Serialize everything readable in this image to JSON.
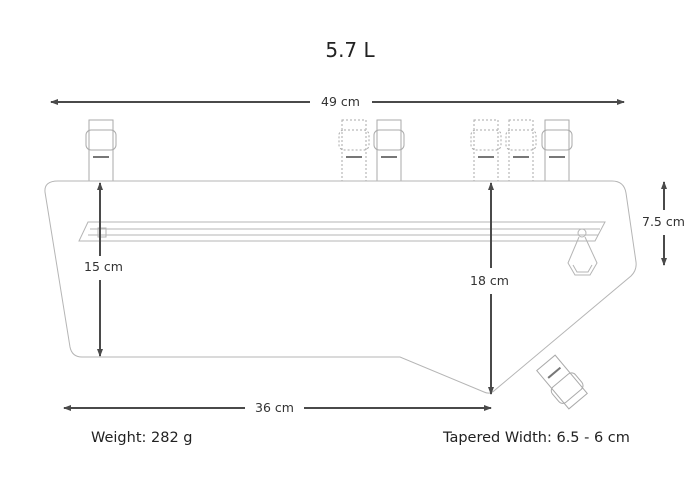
{
  "title": "5.7 L",
  "dimensions": {
    "overall_length": "49 cm",
    "bottom_length": "36 cm",
    "rear_height": "15 cm",
    "max_height": "18 cm",
    "front_height": "7.5 cm"
  },
  "specs": {
    "weight": "Weight: 282 g",
    "tapered_width": "Tapered Width: 6.5 - 6 cm"
  },
  "colors": {
    "outline": "#b5b5b5",
    "dimension_line": "#4a4a4a"
  }
}
